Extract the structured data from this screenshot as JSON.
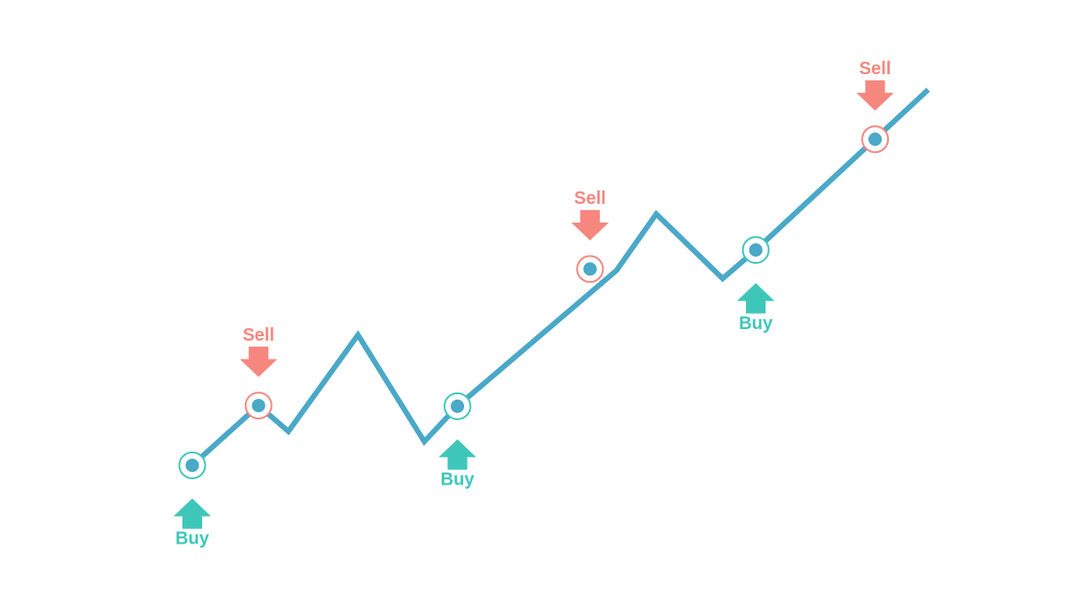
{
  "colors": {
    "line": "#4aa8c8",
    "buy": "#3ec7b9",
    "sell": "#f5877f",
    "background": "#ffffff"
  },
  "chart_data": {
    "type": "line",
    "title": "",
    "xlabel": "",
    "ylabel": "",
    "grid": false,
    "legend": "none",
    "x": [
      0,
      1,
      1.45,
      2.5,
      3.5,
      4,
      6.4,
      7,
      8,
      8.5,
      11.1
    ],
    "y": [
      0.55,
      1.43,
      1.05,
      2.47,
      0.9,
      1.42,
      3.42,
      4.25,
      3.3,
      3.72,
      6.08
    ],
    "xlim": [
      -2.9,
      13.3
    ],
    "ylim": [
      -1.3,
      7.4
    ],
    "signals": [
      {
        "type": "buy",
        "label": "Buy",
        "x": 0,
        "y": 0.55
      },
      {
        "type": "sell",
        "label": "Sell",
        "x": 1,
        "y": 1.43
      },
      {
        "type": "buy",
        "label": "Buy",
        "x": 4,
        "y": 1.42
      },
      {
        "type": "sell",
        "label": "Sell",
        "x": 6,
        "y": 3.44
      },
      {
        "type": "buy",
        "label": "Buy",
        "x": 8.5,
        "y": 3.72
      },
      {
        "type": "sell",
        "label": "Sell",
        "x": 10.3,
        "y": 5.35
      }
    ]
  }
}
